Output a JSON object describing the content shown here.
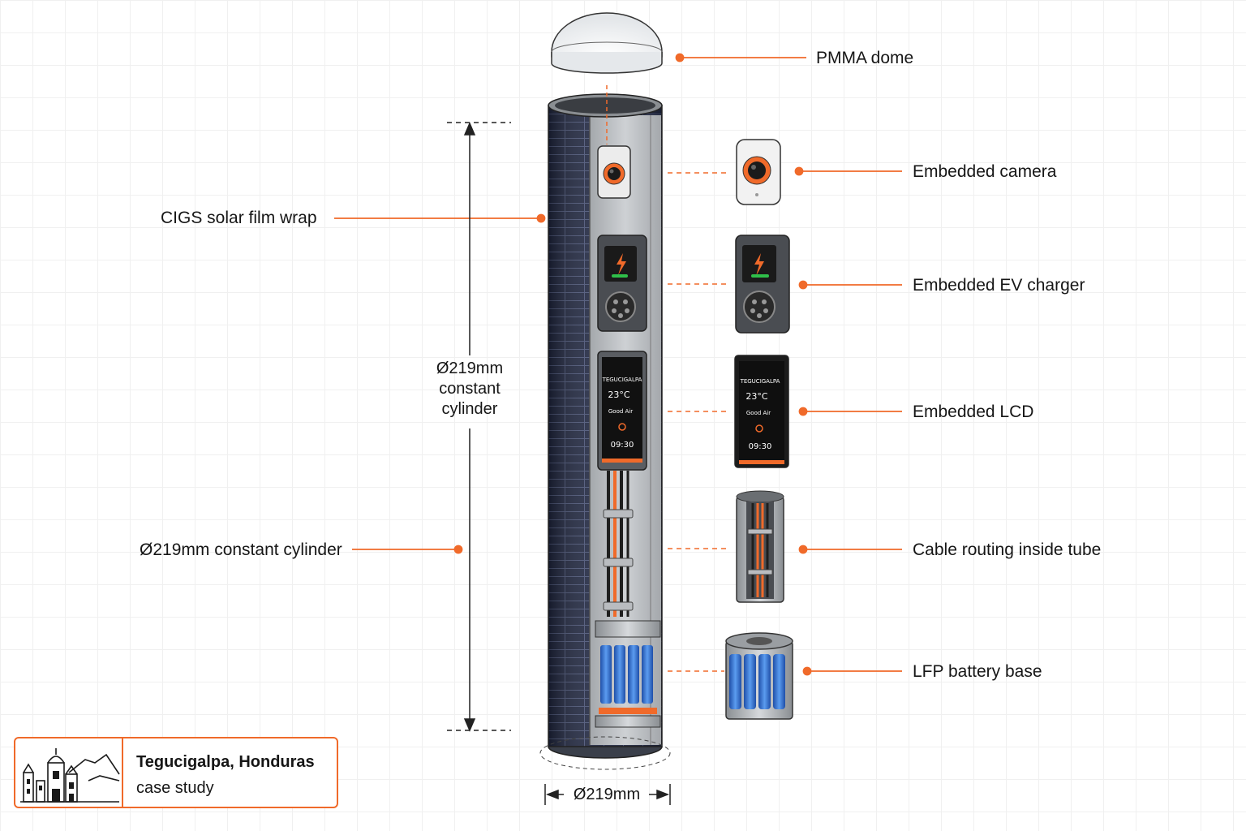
{
  "labels": {
    "dome": "PMMA dome",
    "camera": "Embedded camera",
    "ev_charger": "Embedded EV charger",
    "lcd": "Embedded LCD",
    "cable": "Cable routing inside tube",
    "battery": "LFP battery base",
    "solar": "CIGS solar film wrap",
    "cylinder": "Ø219mm constant cylinder"
  },
  "dimensions": {
    "height_line1": "Ø219mm",
    "height_line2": "constant",
    "height_line3": "cylinder",
    "width": "Ø219mm"
  },
  "lcd_screen": {
    "city": "TEGUCIGALPA",
    "temp": "23°C",
    "air": "Good Air",
    "time": "09:30"
  },
  "case_study": {
    "title": "Tegucigalpa, Honduras",
    "subtitle": "case study"
  },
  "colors": {
    "accent": "#f06a2a",
    "solar_panel": "#1f2640",
    "battery_cell": "#3b7bd8",
    "metal": "#b8bcc0"
  }
}
